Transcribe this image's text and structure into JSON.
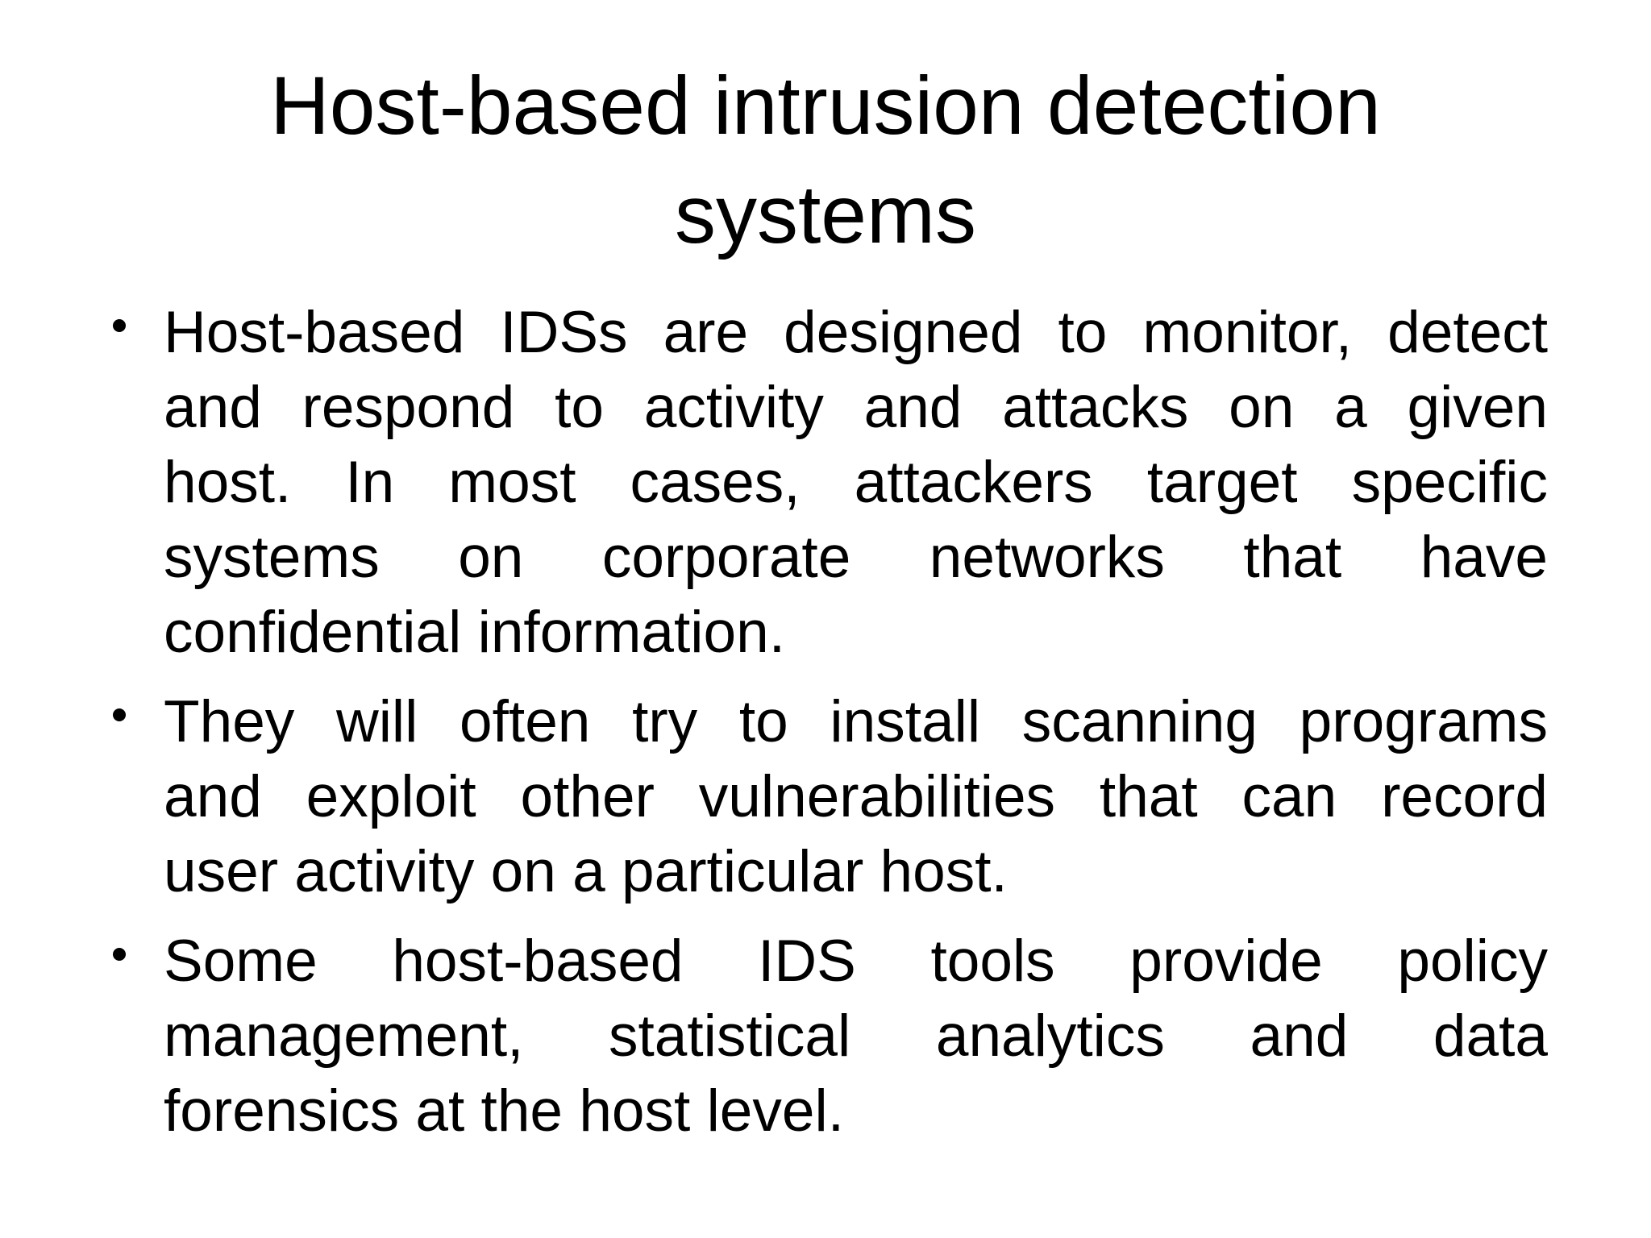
{
  "slide": {
    "colors": {
      "background": "#ffffff",
      "text": "#000000"
    },
    "title": {
      "lines": [
        "Host-based intrusion detection",
        "systems"
      ]
    },
    "bullets": [
      {
        "lines": [
          "Host-based IDSs are designed to monitor, detect",
          "and respond to activity and attacks on a given",
          "host. In most cases, attackers target specific",
          "systems on corporate networks that have",
          "confidential information."
        ]
      },
      {
        "lines": [
          "They will often try to install scanning programs",
          "and exploit other vulnerabilities that can record",
          "user activity on a particular host."
        ]
      },
      {
        "lines": [
          "Some host-based IDS tools provide policy",
          "management, statistical analytics and data",
          "forensics at the host level."
        ]
      }
    ]
  }
}
